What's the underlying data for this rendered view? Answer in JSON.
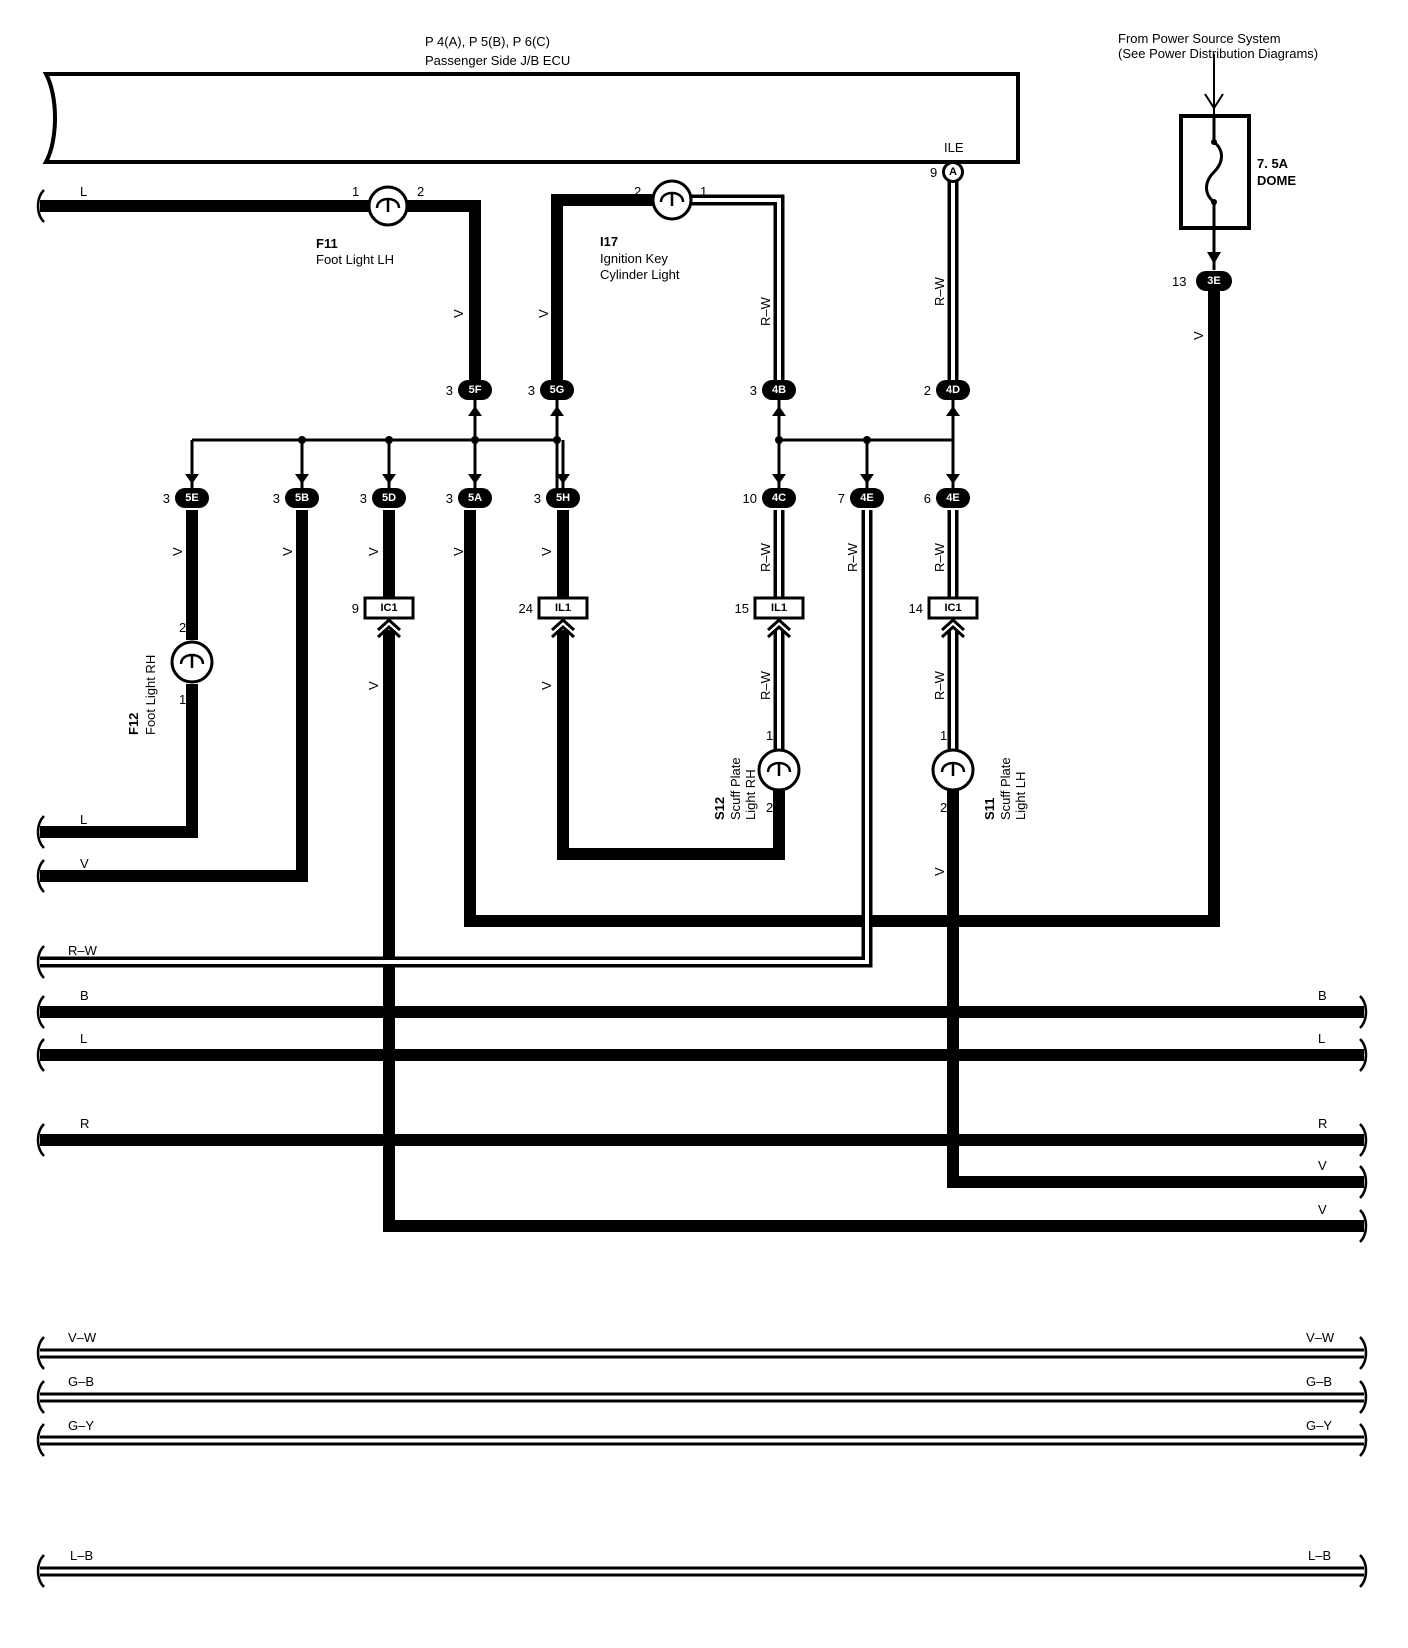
{
  "ecu": {
    "title": "P 4(A), P 5(B), P 6(C)",
    "subtitle": "Passenger Side J/B ECU",
    "pin": "9",
    "pin_letter": "A",
    "pin_label": "ILE"
  },
  "power": {
    "line1": "From Power Source System",
    "line2": "(See Power Distribution Diagrams)",
    "fuse_line1": "7. 5A",
    "fuse_line2": "DOME",
    "conn": "3E",
    "pin": "13",
    "wire": "V"
  },
  "components": {
    "f11": {
      "code": "F11",
      "name": "Foot Light LH",
      "pin1": "1",
      "pin2": "2"
    },
    "i17": {
      "code": "I17",
      "name1": "Ignition Key",
      "name2": "Cylinder Light",
      "pin1": "1",
      "pin2": "2"
    },
    "f12": {
      "code": "F12",
      "name": "Foot Light RH",
      "pin1": "1",
      "pin2": "2"
    },
    "s12": {
      "code": "S12",
      "name1": "Scuff Plate",
      "name2": "Light RH",
      "pin1": "1",
      "pin2": "2"
    },
    "s11": {
      "code": "S11",
      "name1": "Scuff Plate",
      "name2": "Light LH",
      "pin1": "1",
      "pin2": "2"
    }
  },
  "connectors_upper": [
    {
      "id": "5F",
      "pin": "3"
    },
    {
      "id": "5G",
      "pin": "3"
    },
    {
      "id": "4B",
      "pin": "3"
    },
    {
      "id": "4D",
      "pin": "2"
    }
  ],
  "connectors_lower": [
    {
      "id": "5E",
      "pin": "3"
    },
    {
      "id": "5B",
      "pin": "3"
    },
    {
      "id": "5D",
      "pin": "3"
    },
    {
      "id": "5A",
      "pin": "3"
    },
    {
      "id": "5H",
      "pin": "3"
    },
    {
      "id": "4C",
      "pin": "10"
    },
    {
      "id": "4E",
      "pin": "7"
    },
    {
      "id": "4E",
      "pin": "6"
    }
  ],
  "inline_connectors": [
    {
      "id": "IC1",
      "pin": "9"
    },
    {
      "id": "IL1",
      "pin": "24"
    },
    {
      "id": "IL1",
      "pin": "15"
    },
    {
      "id": "IC1",
      "pin": "14"
    }
  ],
  "wire_colors": {
    "v": "V",
    "l": "L",
    "rw": "R–W",
    "b": "B",
    "r": "R",
    "vw": "V–W",
    "gb": "G–B",
    "gy": "G–Y",
    "lb": "L–B"
  },
  "colors": {
    "ink": "#000000",
    "paper": "#ffffff"
  }
}
